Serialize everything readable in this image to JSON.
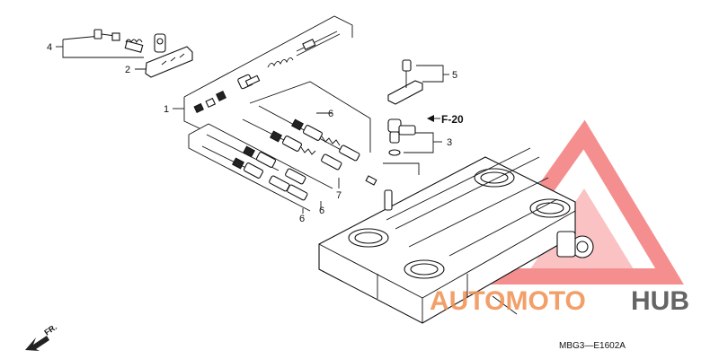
{
  "callouts": [
    {
      "id": "1",
      "text": "1"
    },
    {
      "id": "2",
      "text": "2"
    },
    {
      "id": "3",
      "text": "3"
    },
    {
      "id": "4",
      "text": "4"
    },
    {
      "id": "5",
      "text": "5"
    },
    {
      "id": "6a",
      "text": "6"
    },
    {
      "id": "6b",
      "text": "6"
    },
    {
      "id": "6c",
      "text": "6"
    },
    {
      "id": "7",
      "text": "7"
    }
  ],
  "ref_label": "F-20",
  "diagram_code": "MBG3—E1602A",
  "front_label": "FR.",
  "watermark": {
    "part1": "AUTOMOTO",
    "part2": "HUB",
    "color_part1": "#f08f4f",
    "color_part2": "#555555",
    "triangle_color": "#f47c7c"
  }
}
